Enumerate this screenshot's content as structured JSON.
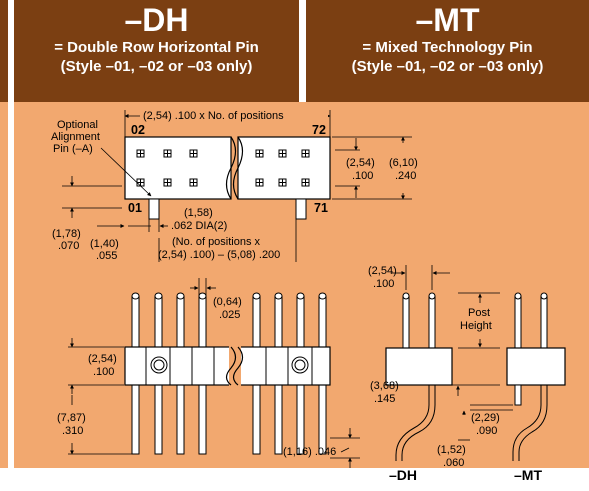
{
  "headers": {
    "dh": {
      "code": "–DH",
      "line1": "= Double Row Horizontal Pin",
      "line2": "(Style –01, –02 or –03 only)"
    },
    "mt": {
      "code": "–MT",
      "line1": "= Mixed Technology Pin",
      "line2": "(Style –01, –02 or –03 only)"
    }
  },
  "top_view": {
    "optional_line1": "Optional",
    "optional_line2": "Alignment",
    "optional_line3": "Pin (–A)",
    "pitch_dim": "(2,54) .100 x No. of positions",
    "pos_02": "02",
    "pos_72": "72",
    "pos_01": "01",
    "pos_71": "71",
    "row_pitch_mm": "(2,54)",
    "row_pitch_in": ".100",
    "height_mm": "(6,10)",
    "height_in": ".240",
    "pin_dia_mm": "(1,58)",
    "pin_dia_in": ".062 DIA(2)",
    "pin_offset_mm": "(1,78)",
    "pin_offset_in": ".070",
    "pin_edge_mm": "(1,40)",
    "pin_edge_in": ".055",
    "pin_pos_line1": "(No. of positions x",
    "pin_pos_line2": "(2,54) .100) – (5,08) .200"
  },
  "side_view": {
    "pin_w_mm": "(0,64)",
    "pin_w_in": ".025",
    "body_mm": "(2,54)",
    "body_in": ".100",
    "tail_mm": "(7,87)",
    "tail_in": ".310",
    "gap_mm": "(1,16)",
    "gap_in": ".046"
  },
  "end_view": {
    "pitch_mm": "(2,54)",
    "pitch_in": ".100",
    "post_line1": "Post",
    "post_line2": "Height",
    "h1_mm": "(3,68)",
    "h1_in": ".145",
    "mt1_mm": "(2,29)",
    "mt1_in": ".090",
    "mt2_mm": "(1,52)",
    "mt2_in": ".060",
    "label_dh": "–DH",
    "label_mt": "–MT"
  }
}
